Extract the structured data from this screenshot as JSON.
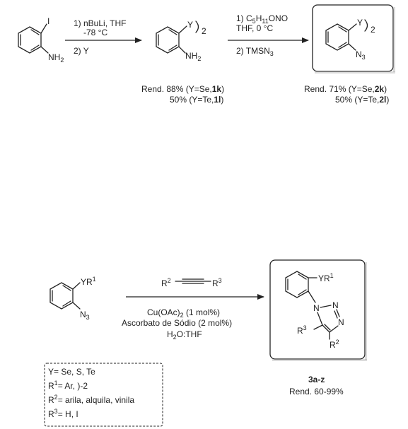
{
  "scheme1": {
    "start_sub_i": "I",
    "start_sub_nh2": "NH",
    "start_sub_nh2_sub": "2",
    "cond1_line1": "1) nBuLi, THF",
    "cond1_line2": "-78 °C",
    "cond1_line3": "2) Y",
    "int_sub_y": "Y",
    "int_sub_y_sub": "2",
    "int_sub_nh2": "NH",
    "int_sub_nh2_sub": "2",
    "int_yield_a_prefix": "Rend. 88% (Y=Se,",
    "int_yield_a_bold": "1k",
    "int_yield_a_suffix": ")",
    "int_yield_b_prefix": "50% (Y=Te,",
    "int_yield_b_bold": "1l",
    "int_yield_b_suffix": ")",
    "cond2_line1_pre": "1) C",
    "cond2_line1_s1": "5",
    "cond2_line1_mid": "H",
    "cond2_line1_s2": "11",
    "cond2_line1_post": "ONO",
    "cond2_line2": "THF, 0 °C",
    "cond2_line3_pre": "2) TMSN",
    "cond2_line3_sub": "3",
    "prod_sub_y": "Y",
    "prod_sub_y_sub": "2",
    "prod_sub_n3": "N",
    "prod_sub_n3_sub": "3",
    "prod_yield_a_prefix": "Rend. 71% (Y=Se,",
    "prod_yield_a_bold": "2k",
    "prod_yield_a_suffix": ")",
    "prod_yield_b_prefix": "50% (Y=Te,",
    "prod_yield_b_bold": "2l",
    "prod_yield_b_suffix": ")"
  },
  "scheme2": {
    "start_sub_yr": "YR",
    "start_sub_yr_sup": "1",
    "start_sub_n3": "N",
    "start_sub_n3_sub": "3",
    "alkyne_r2": "R",
    "alkyne_r2_sup": "2",
    "alkyne_r3": "R",
    "alkyne_r3_sup": "3",
    "cond_line1_pre": "Cu(OAc)",
    "cond_line1_sub": "2",
    "cond_line1_post": " (1 mol%)",
    "cond_line2": "Ascorbato de Sódio (2 mol%)",
    "cond_line3_pre": "H",
    "cond_line3_sub": "2",
    "cond_line3_post": "O:THF",
    "prod_sub_yr": "YR",
    "prod_sub_yr_sup": "1",
    "prod_n1": "N",
    "prod_n2": "N",
    "prod_n3": "N",
    "prod_r3": "R",
    "prod_r3_sup": "3",
    "prod_r2": "R",
    "prod_r2_sup": "2",
    "prod_label": "3a-z",
    "prod_yield": "Rend. 60-99%",
    "legend_y": "Y= Se, S, Te",
    "legend_r1_pre": "R",
    "legend_r1_sup": "1",
    "legend_r1_post": "= Ar, )-2",
    "legend_r2_pre": "R",
    "legend_r2_sup": "2",
    "legend_r2_post": "= arila, alquila, vinila",
    "legend_r3_pre": "R",
    "legend_r3_sup": "3",
    "legend_r3_post": "= H, I"
  }
}
